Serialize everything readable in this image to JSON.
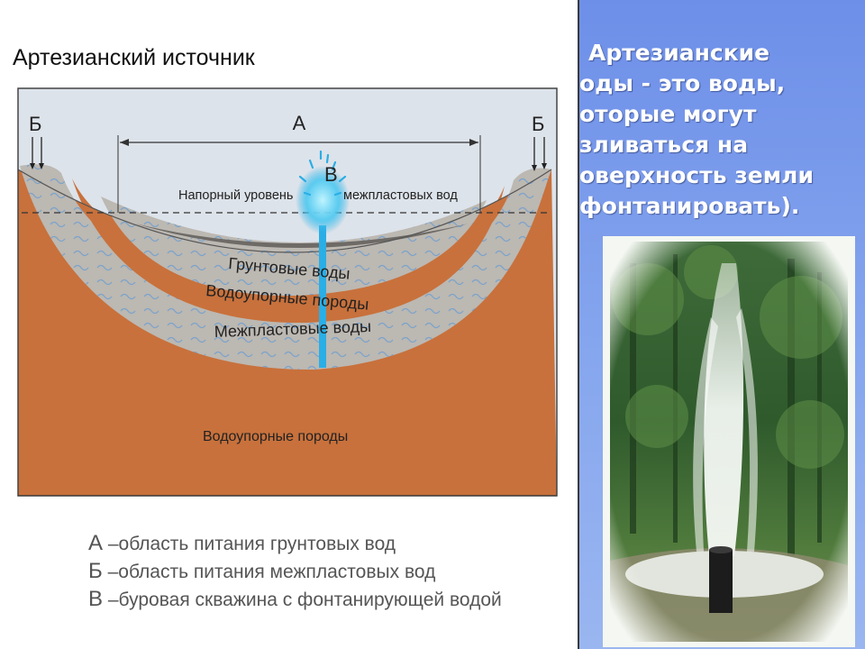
{
  "diagram": {
    "title": "Артезианский источник",
    "label_a": "А",
    "label_b_left": "Б",
    "label_b_right": "Б",
    "label_v": "В",
    "pressure_level_left": "Напорный уровень",
    "pressure_level_right": "межпластовых вод",
    "layer_groundwater": "Грунтовые воды",
    "layer_aquitard_middle": "Водоупорные породы",
    "layer_interstratal": "Межпластовые воды",
    "layer_aquitard_bottom": "Водоупорные породы"
  },
  "legend": [
    {
      "letter": "А",
      "text": "–область питания грунтовых вод"
    },
    {
      "letter": "Б",
      "text": "–область питания межпластовых вод"
    },
    {
      "letter": "В",
      "text": "–буровая скважина с фонтанирующей водой"
    }
  ],
  "side_text": {
    "lines": [
      "  Артезианские",
      "оды - это воды,",
      "оторые могут",
      "зливаться на",
      "оверхность земли",
      "фонтанировать)."
    ]
  },
  "colors": {
    "rock": "#c8713c",
    "aquifer": "#bcb8b2",
    "sky": "#dde3ea",
    "water": "#2aaee6",
    "panel_blue": "#7f9fec"
  },
  "icons": {
    "fountain_photo": "fountain-photo"
  }
}
